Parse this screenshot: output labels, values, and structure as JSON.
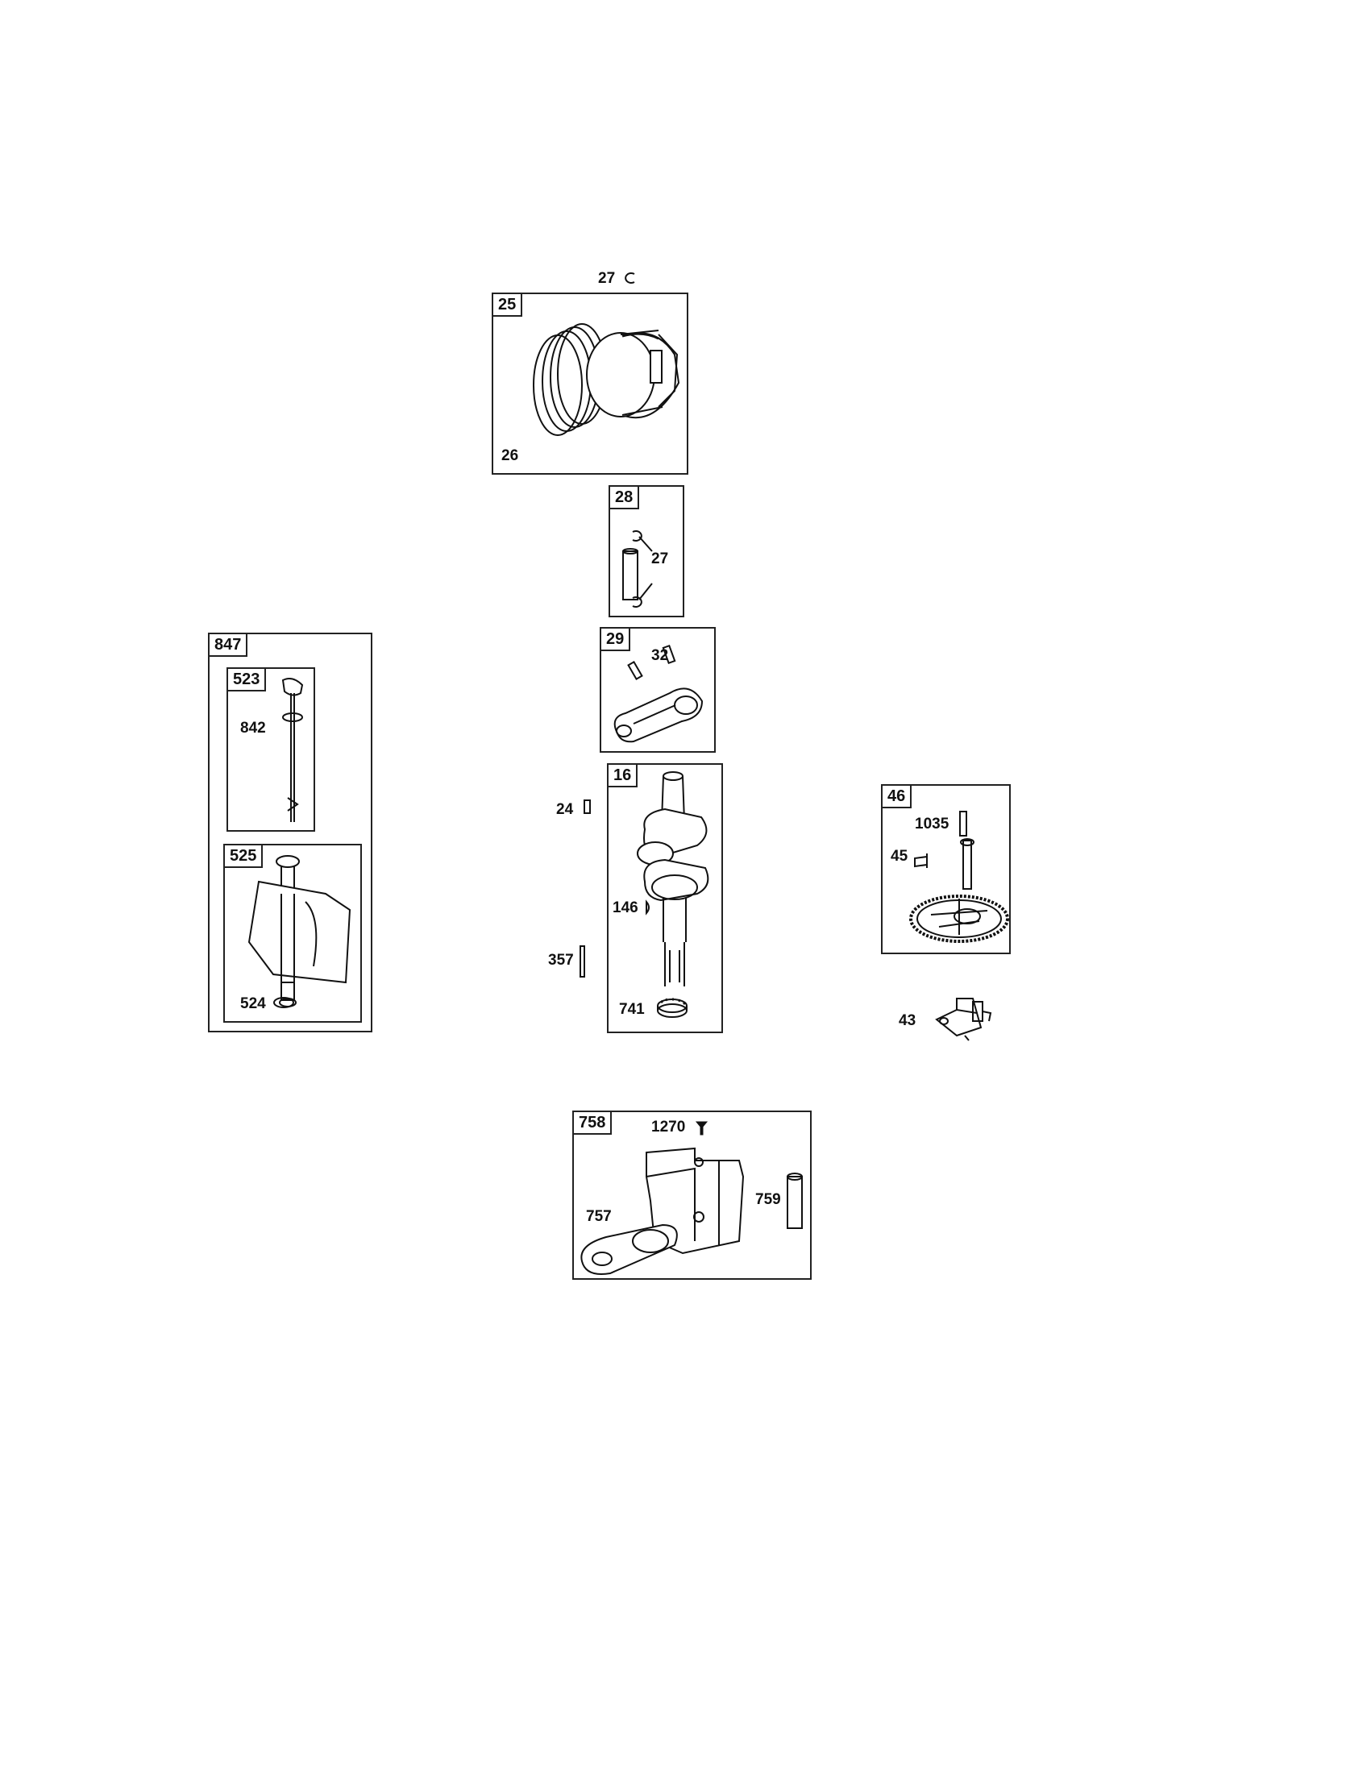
{
  "diagram": {
    "boxes": {
      "piston": "25",
      "pin": "28",
      "conrod": "29",
      "dipstick_assembly": "847",
      "dipstick": "523",
      "dipstick_tube": "525",
      "crankshaft": "16",
      "cam_gear": "46",
      "balancer": "758"
    },
    "labels": {
      "ring_clip_top": "27",
      "rings": "26",
      "pin_clips": "27",
      "rod_bolts": "32",
      "dipstick_oring": "842",
      "tube_oring": "524",
      "key_24": "24",
      "key_146": "146",
      "pin_357": "357",
      "gear_741": "741",
      "cam_1035": "1035",
      "cam_45": "45",
      "governor_43": "43",
      "screw_1270": "1270",
      "bearing_757": "757",
      "sleeve_759": "759"
    }
  }
}
